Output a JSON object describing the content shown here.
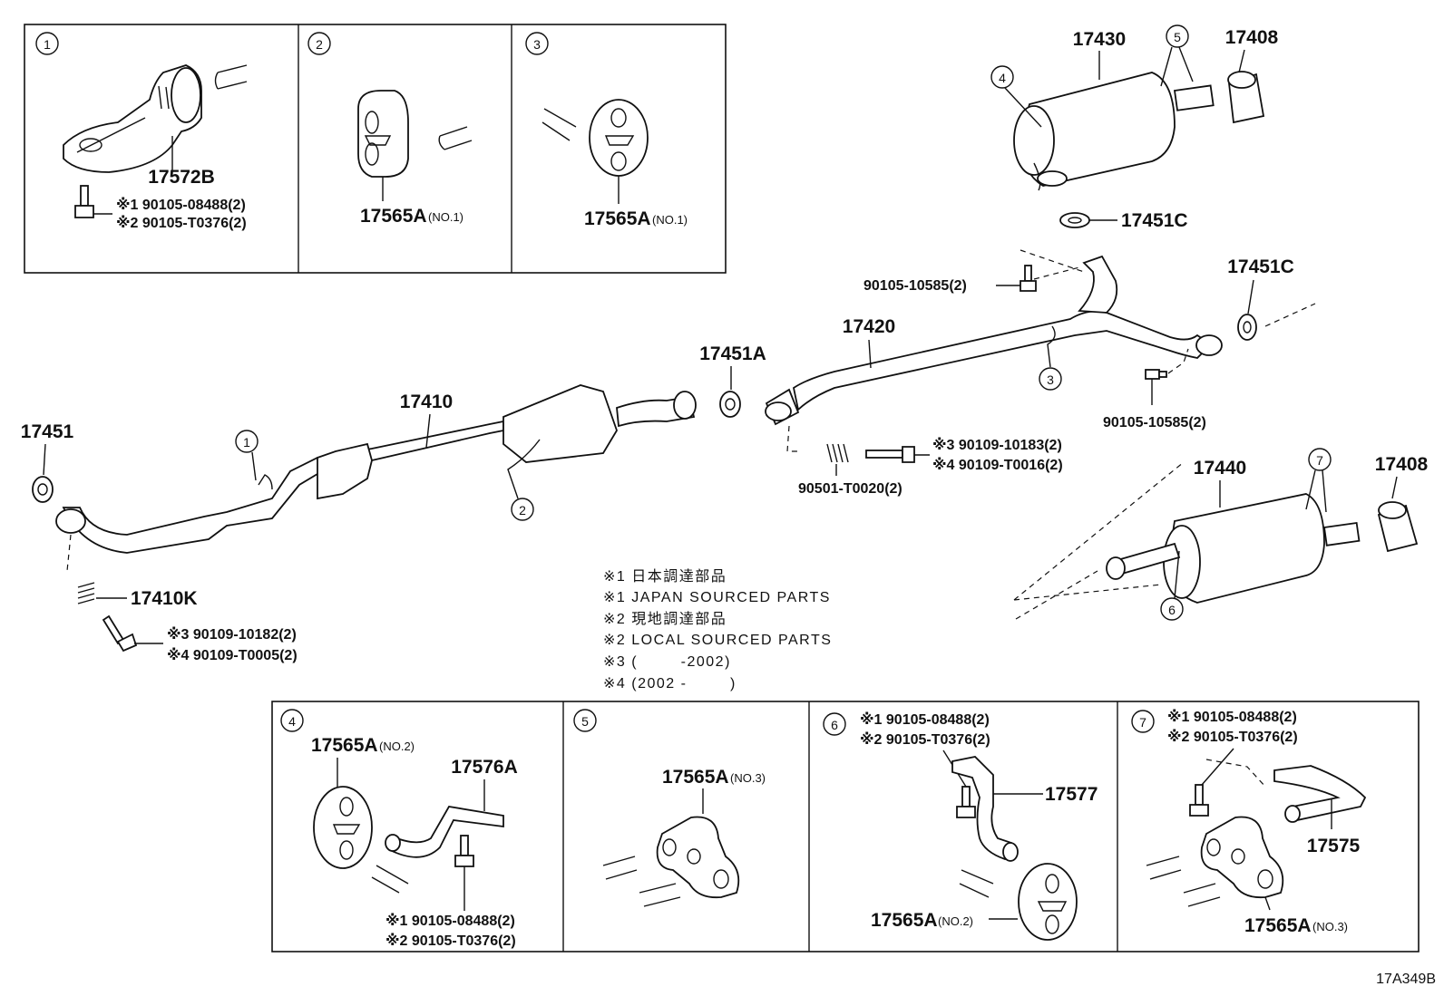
{
  "callouts": [
    "1",
    "2",
    "3",
    "4",
    "5",
    "6",
    "7"
  ],
  "top_boxes": {
    "box1": {
      "part": "17572B",
      "bolt1": "※1 90105-08488(2)",
      "bolt2": "※2 90105-T0376(2)"
    },
    "box2": {
      "part": "17565A",
      "suffix": "(NO.1)"
    },
    "box3": {
      "part": "17565A",
      "suffix": "(NO.1)"
    }
  },
  "main": {
    "p17430": "17430",
    "p17408a": "17408",
    "p17451C_a": "17451C",
    "p90105_10585_a": "90105-10585(2)",
    "p17451C_b": "17451C",
    "p17420": "17420",
    "p17451A": "17451A",
    "p17410": "17410",
    "p17451": "17451",
    "p90105_10585_b": "90105-10585(2)",
    "p90109_10183": "※3 90109-10183(2)",
    "p90109_T0016": "※4 90109-T0016(2)",
    "p90501_T0020": "90501-T0020(2)",
    "p17440": "17440",
    "p17408b": "17408",
    "p17410K": "17410K",
    "p90109_10182": "※3 90109-10182(2)",
    "p90109_T0005": "※4 90109-T0005(2)"
  },
  "notes": [
    "※1 日本調達部品",
    "※1 JAPAN SOURCED PARTS",
    "※2 現地調達部品",
    "※2 LOCAL SOURCED PARTS",
    "※3 (        -2002)",
    "※4 (2002 -        )"
  ],
  "bottom_boxes": {
    "box4": {
      "part": "17565A",
      "suffix": "(NO.2)",
      "bracket": "17576A",
      "bolt1": "※1 90105-08488(2)",
      "bolt2": "※2 90105-T0376(2)"
    },
    "box5": {
      "part": "17565A",
      "suffix": "(NO.3)"
    },
    "box6": {
      "bolt1": "※1 90105-08488(2)",
      "bolt2": "※2 90105-T0376(2)",
      "bracket": "17577",
      "part": "17565A",
      "suffix": "(NO.2)"
    },
    "box7": {
      "bolt1": "※1 90105-08488(2)",
      "bolt2": "※2 90105-T0376(2)",
      "bracket": "17575",
      "part": "17565A",
      "suffix": "(NO.3)"
    }
  },
  "drawing_id": "17A349B"
}
